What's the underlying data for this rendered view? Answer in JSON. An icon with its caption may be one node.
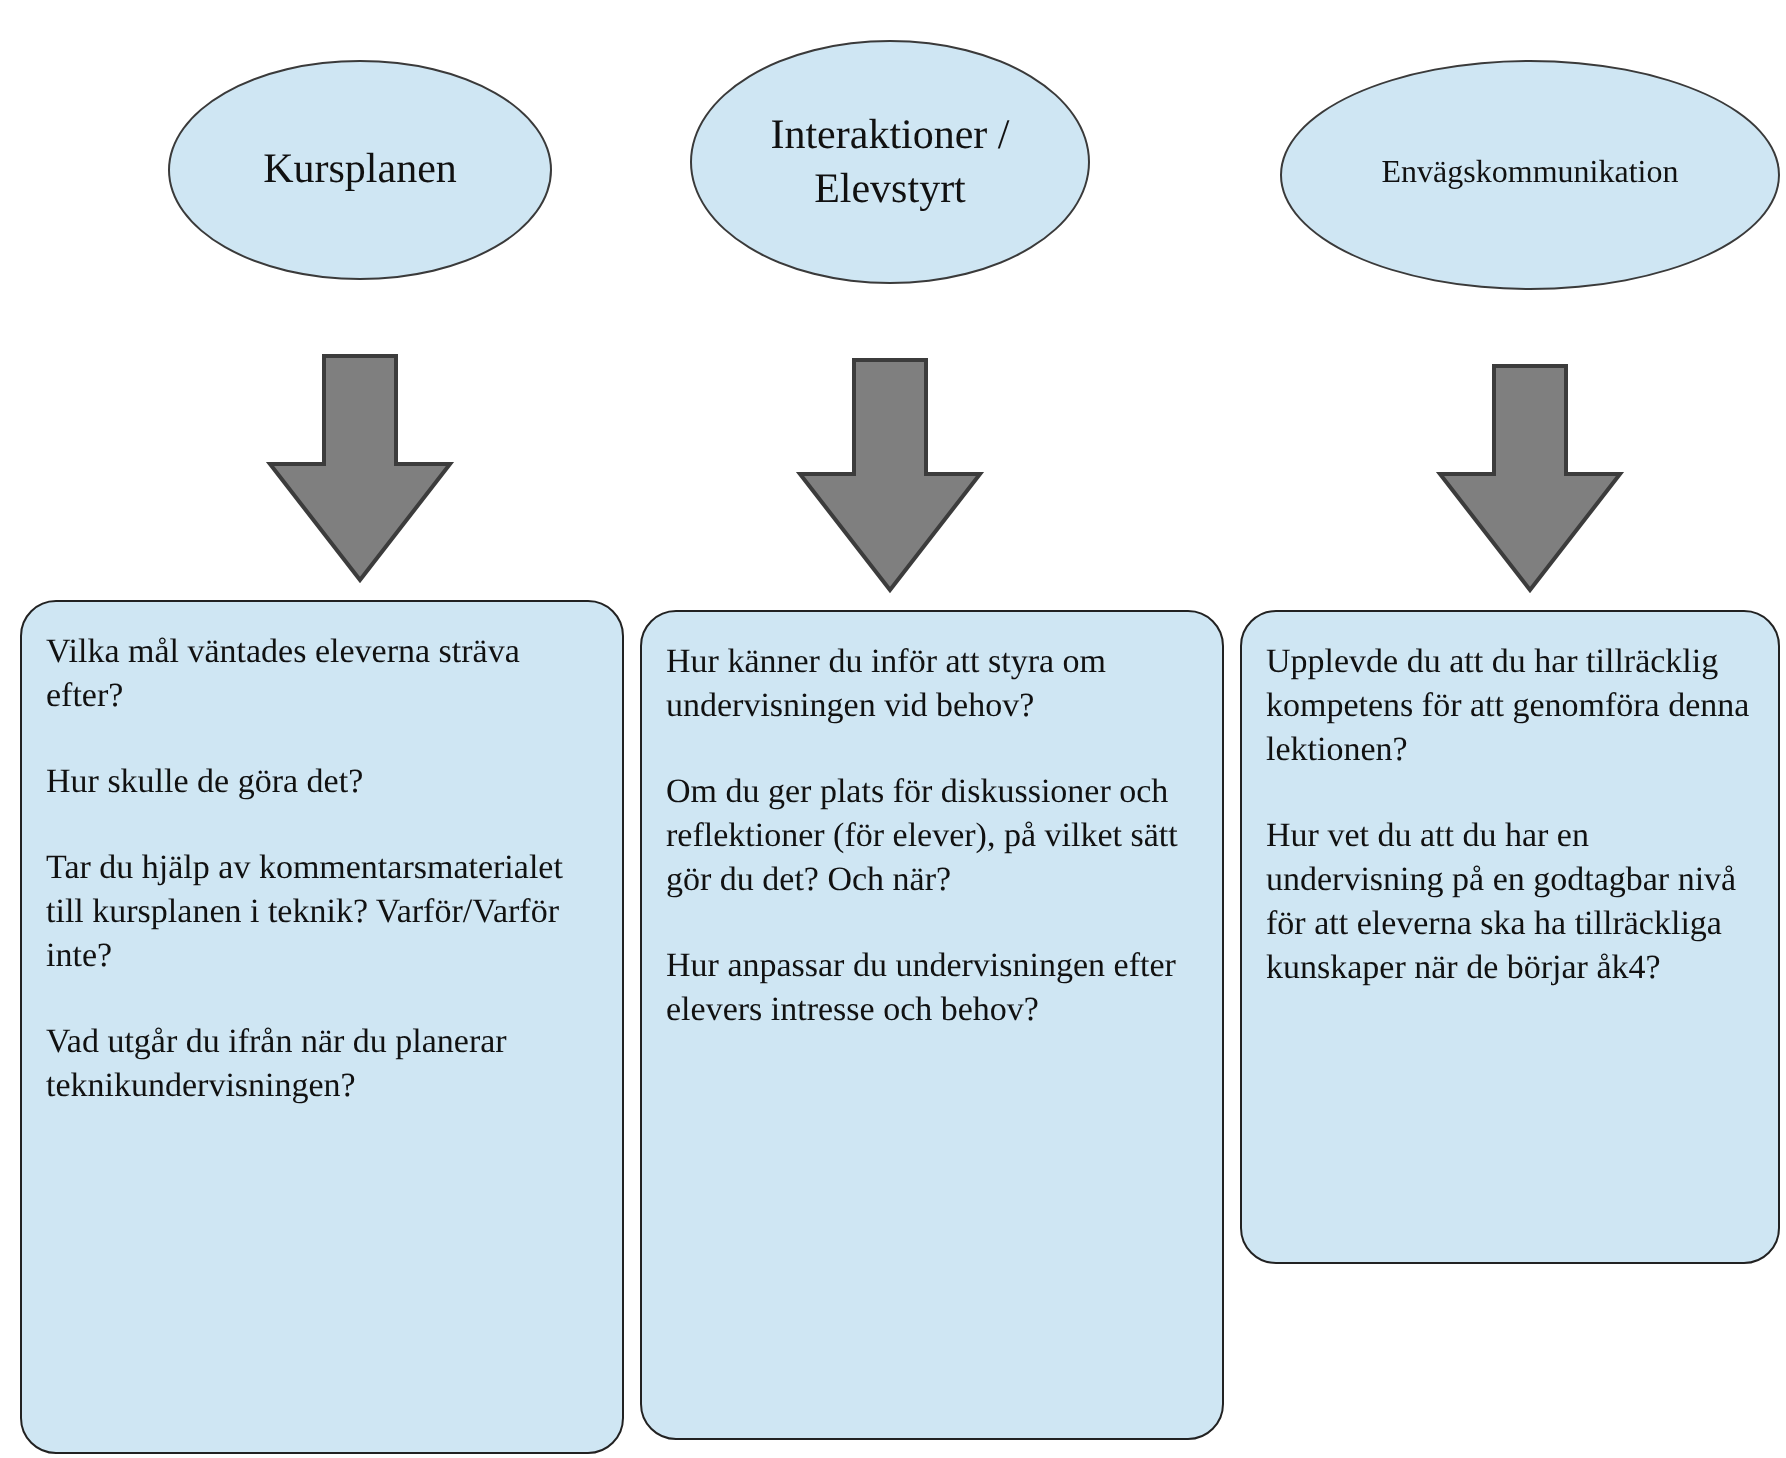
{
  "diagram": {
    "nodes": [
      {
        "text": [
          "Kursplanen"
        ]
      },
      {
        "text": [
          "Interaktioner / Elevstyrt"
        ]
      },
      {
        "text": [
          "Envägskommunikation"
        ]
      },
      {
        "text": [
          "Vilka mål väntades eleverna sträva efter?",
          "Hur skulle de göra det?",
          "Tar du hjälp av kommentarsmaterialet till kursplanen i teknik? Varför/Varför inte?",
          "Vad utgår du ifrån när du planerar teknikundervisningen?"
        ]
      },
      {
        "text": [
          "Hur känner du inför att styra om undervisningen vid behov?",
          "Om du ger plats för diskussioner och reflektioner (för elever), på vilket sätt gör du det? Och när?",
          "Hur anpassar du undervisningen efter elevers intresse och behov?"
        ]
      },
      {
        "text": [
          "Upplevde du att du har tillräcklig kompetens för att genomföra denna lektionen?",
          "Hur vet du att du har en undervisning på en godtagbar nivå för att eleverna ska ha tillräckliga kunskaper när de börjar åk4?"
        ]
      }
    ],
    "edges": [
      {
        "from": 0,
        "to": 3,
        "arrow": "to",
        "style": "thick"
      },
      {
        "from": 1,
        "to": 4,
        "arrow": "to",
        "style": "thick"
      },
      {
        "from": 2,
        "to": 5,
        "arrow": "to",
        "style": "thick"
      }
    ]
  }
}
